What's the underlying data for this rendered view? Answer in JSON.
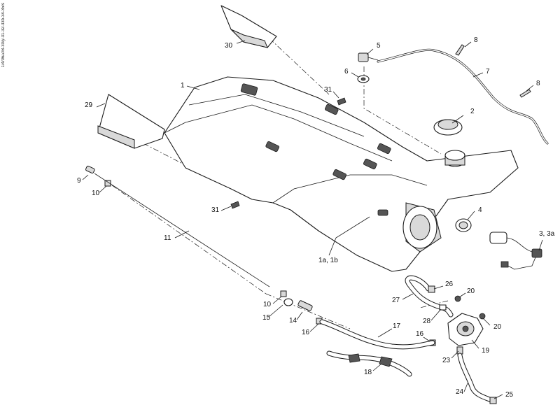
{
  "drawing_code": "1/4/06/Z/B-30/y-31-32-33b-34-35/s",
  "labels": [
    "1",
    "1a, 1b",
    "3, 3a",
    "2",
    "4",
    "5",
    "6",
    "7",
    "8",
    "8",
    "9",
    "10",
    "10",
    "11",
    "14",
    "15",
    "16",
    "16",
    "17",
    "18",
    "19",
    "20",
    "20",
    "23",
    "24",
    "25",
    "26",
    "27",
    "28",
    "29",
    "30",
    "31",
    "31"
  ]
}
